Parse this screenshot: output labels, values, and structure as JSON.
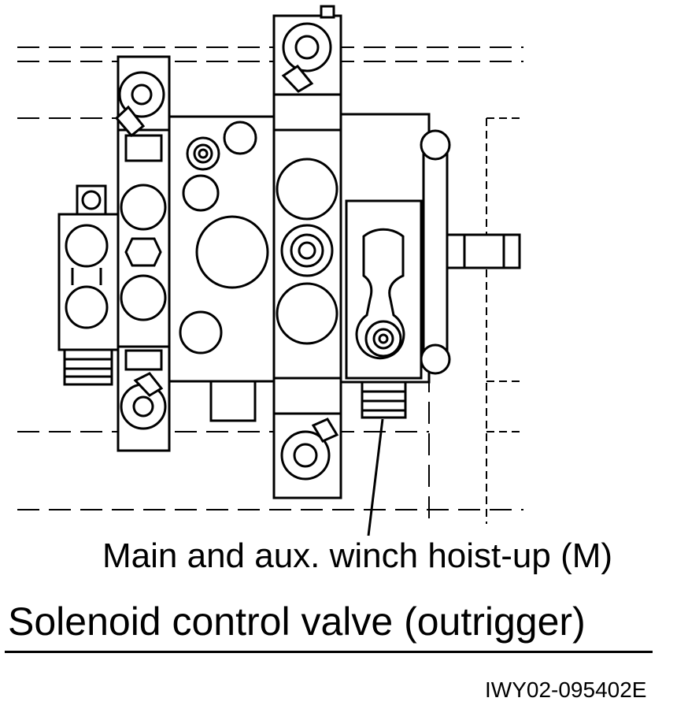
{
  "diagram": {
    "callout_label": "Main and aux. winch hoist-up (M)",
    "title": "Solenoid control valve (outrigger)",
    "figure_code": "IWY02-095402E"
  }
}
